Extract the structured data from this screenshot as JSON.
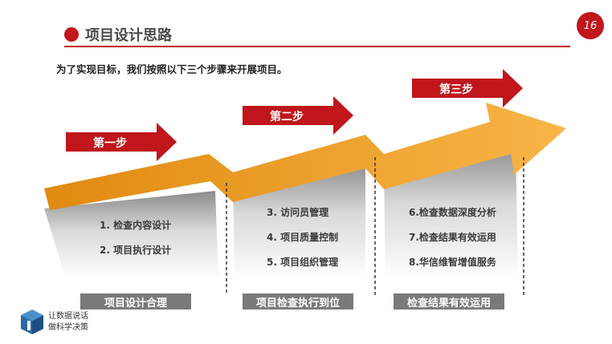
{
  "header": {
    "title": "项目设计思路",
    "page_number": "16"
  },
  "intro": "为了实现目标，我们按照以下三个步骤来开展项目。",
  "steps": [
    {
      "label": "第一步",
      "items": [
        "1. 检查内容设计",
        "2. 项目执行设计"
      ],
      "footer": "项目设计合理"
    },
    {
      "label": "第二步",
      "items": [
        "3. 访问员管理",
        "4. 项目质量控制",
        "5. 项目组织管理"
      ],
      "footer": "项目检查执行到位"
    },
    {
      "label": "第三步",
      "items": [
        "6.检查数据深度分析",
        "7.检查结果有效运用",
        "8.华信维智增值服务"
      ],
      "footer": "检查结果有效运用"
    }
  ],
  "logo": {
    "line1": "让数据说话",
    "line2": "做科学决策"
  },
  "colors": {
    "accent": "#c0161c",
    "arrow": "#f5a623",
    "footer_bg": "#7a7a7a"
  }
}
